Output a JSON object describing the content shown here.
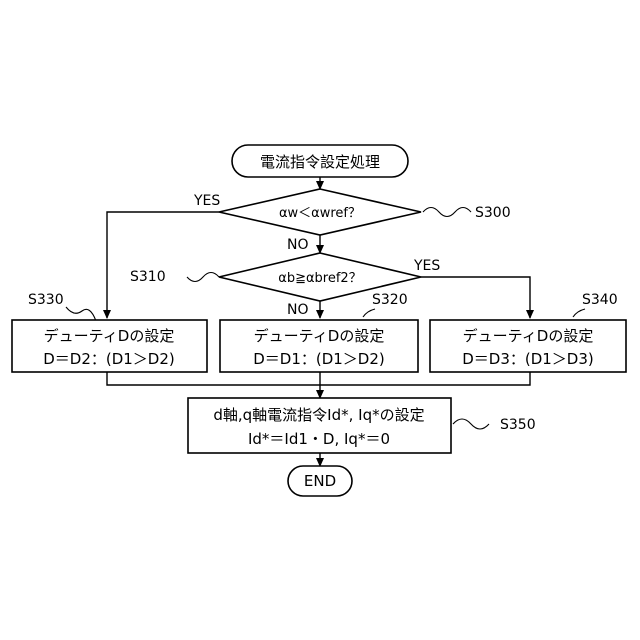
{
  "start": {
    "label": "電流指令設定処理"
  },
  "end": {
    "label": "END"
  },
  "decision_s300": {
    "step": "S300",
    "condition": "αw＜αwref？",
    "yes": "YES",
    "no": "NO"
  },
  "decision_s310": {
    "step": "S310",
    "condition": "αb≧αbref2？",
    "yes": "YES",
    "no": "NO"
  },
  "box_s330": {
    "step": "S330",
    "line1": "デューティDの設定",
    "line2": "D＝D2：(D1＞D2)"
  },
  "box_s320": {
    "step": "S320",
    "line1": "デューティDの設定",
    "line2": "D＝D1：(D1＞D2)"
  },
  "box_s340": {
    "step": "S340",
    "line1": "デューティDの設定",
    "line2": "D＝D3：(D1＞D3)"
  },
  "box_s350": {
    "step": "S350",
    "line1": "d軸,q軸電流指令Id*, Iq*の設定",
    "line2": "Id*＝Id1・D, Iq*＝0"
  }
}
